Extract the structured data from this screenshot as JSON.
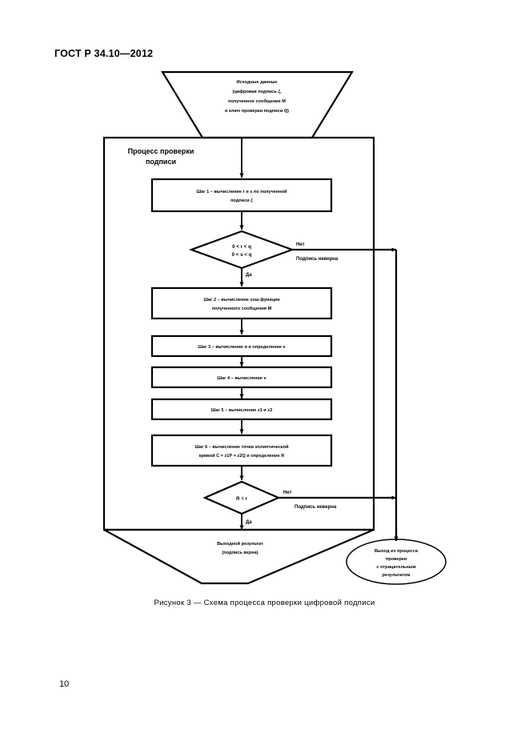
{
  "document": {
    "header": "ГОСТ Р 34.10—2012",
    "page_number": "10",
    "figure_caption": "Рисунок 3 — Схема процесса проверки цифровой подписи"
  },
  "diagram": {
    "input_node": {
      "name": "input-trapezoid",
      "lines": [
        "Исходные данные",
        "(цифровая подпись ζ,",
        "полученное сообщение M",
        "и ключ проверки подписи Q)"
      ]
    },
    "process_box": {
      "name": "verification-process-box",
      "title_lines": [
        "Процесс проверки",
        "подписи"
      ]
    },
    "steps": [
      {
        "id": "step-1",
        "lines": [
          "Шаг 1 – вычисление r и s по полученной",
          "подписи ζ"
        ]
      },
      {
        "id": "step-2",
        "lines": [
          "Шаг 2 – вычисление хэш-функции",
          "полученного сообщения M"
        ]
      },
      {
        "id": "step-3",
        "lines": [
          "Шаг 3 – вычисление α и определение e"
        ]
      },
      {
        "id": "step-4",
        "lines": [
          "Шаг 4 – вычисление v"
        ]
      },
      {
        "id": "step-5",
        "lines": [
          "Шаг 5 – вычисление z1 и z2"
        ]
      },
      {
        "id": "step-6",
        "lines": [
          "Шаг 6 – вычисление точки эллиптической",
          "кривой C = z1P + z2Q и определение R"
        ]
      }
    ],
    "decisions": [
      {
        "id": "decision-range-check",
        "lines": [
          "0 < r < q",
          "0 < s < q"
        ],
        "no_label": "Нет",
        "yes_label": "Да",
        "no_branch_text": "Подпись неверна"
      },
      {
        "id": "decision-r-equals",
        "lines": [
          "R = r"
        ],
        "no_label": "Нет",
        "yes_label": "Да",
        "no_branch_text": "Подпись неверна"
      }
    ],
    "output_node": {
      "name": "output-trapezoid",
      "lines": [
        "Выходной результат",
        "(подпись верна)"
      ]
    },
    "negative_exit_node": {
      "name": "negative-exit-ellipse",
      "lines": [
        "Выход из процесса",
        "проверки",
        "с отрицательным",
        "результатом"
      ]
    }
  },
  "colors": {
    "ink": "#000000",
    "paper": "#ffffff"
  }
}
